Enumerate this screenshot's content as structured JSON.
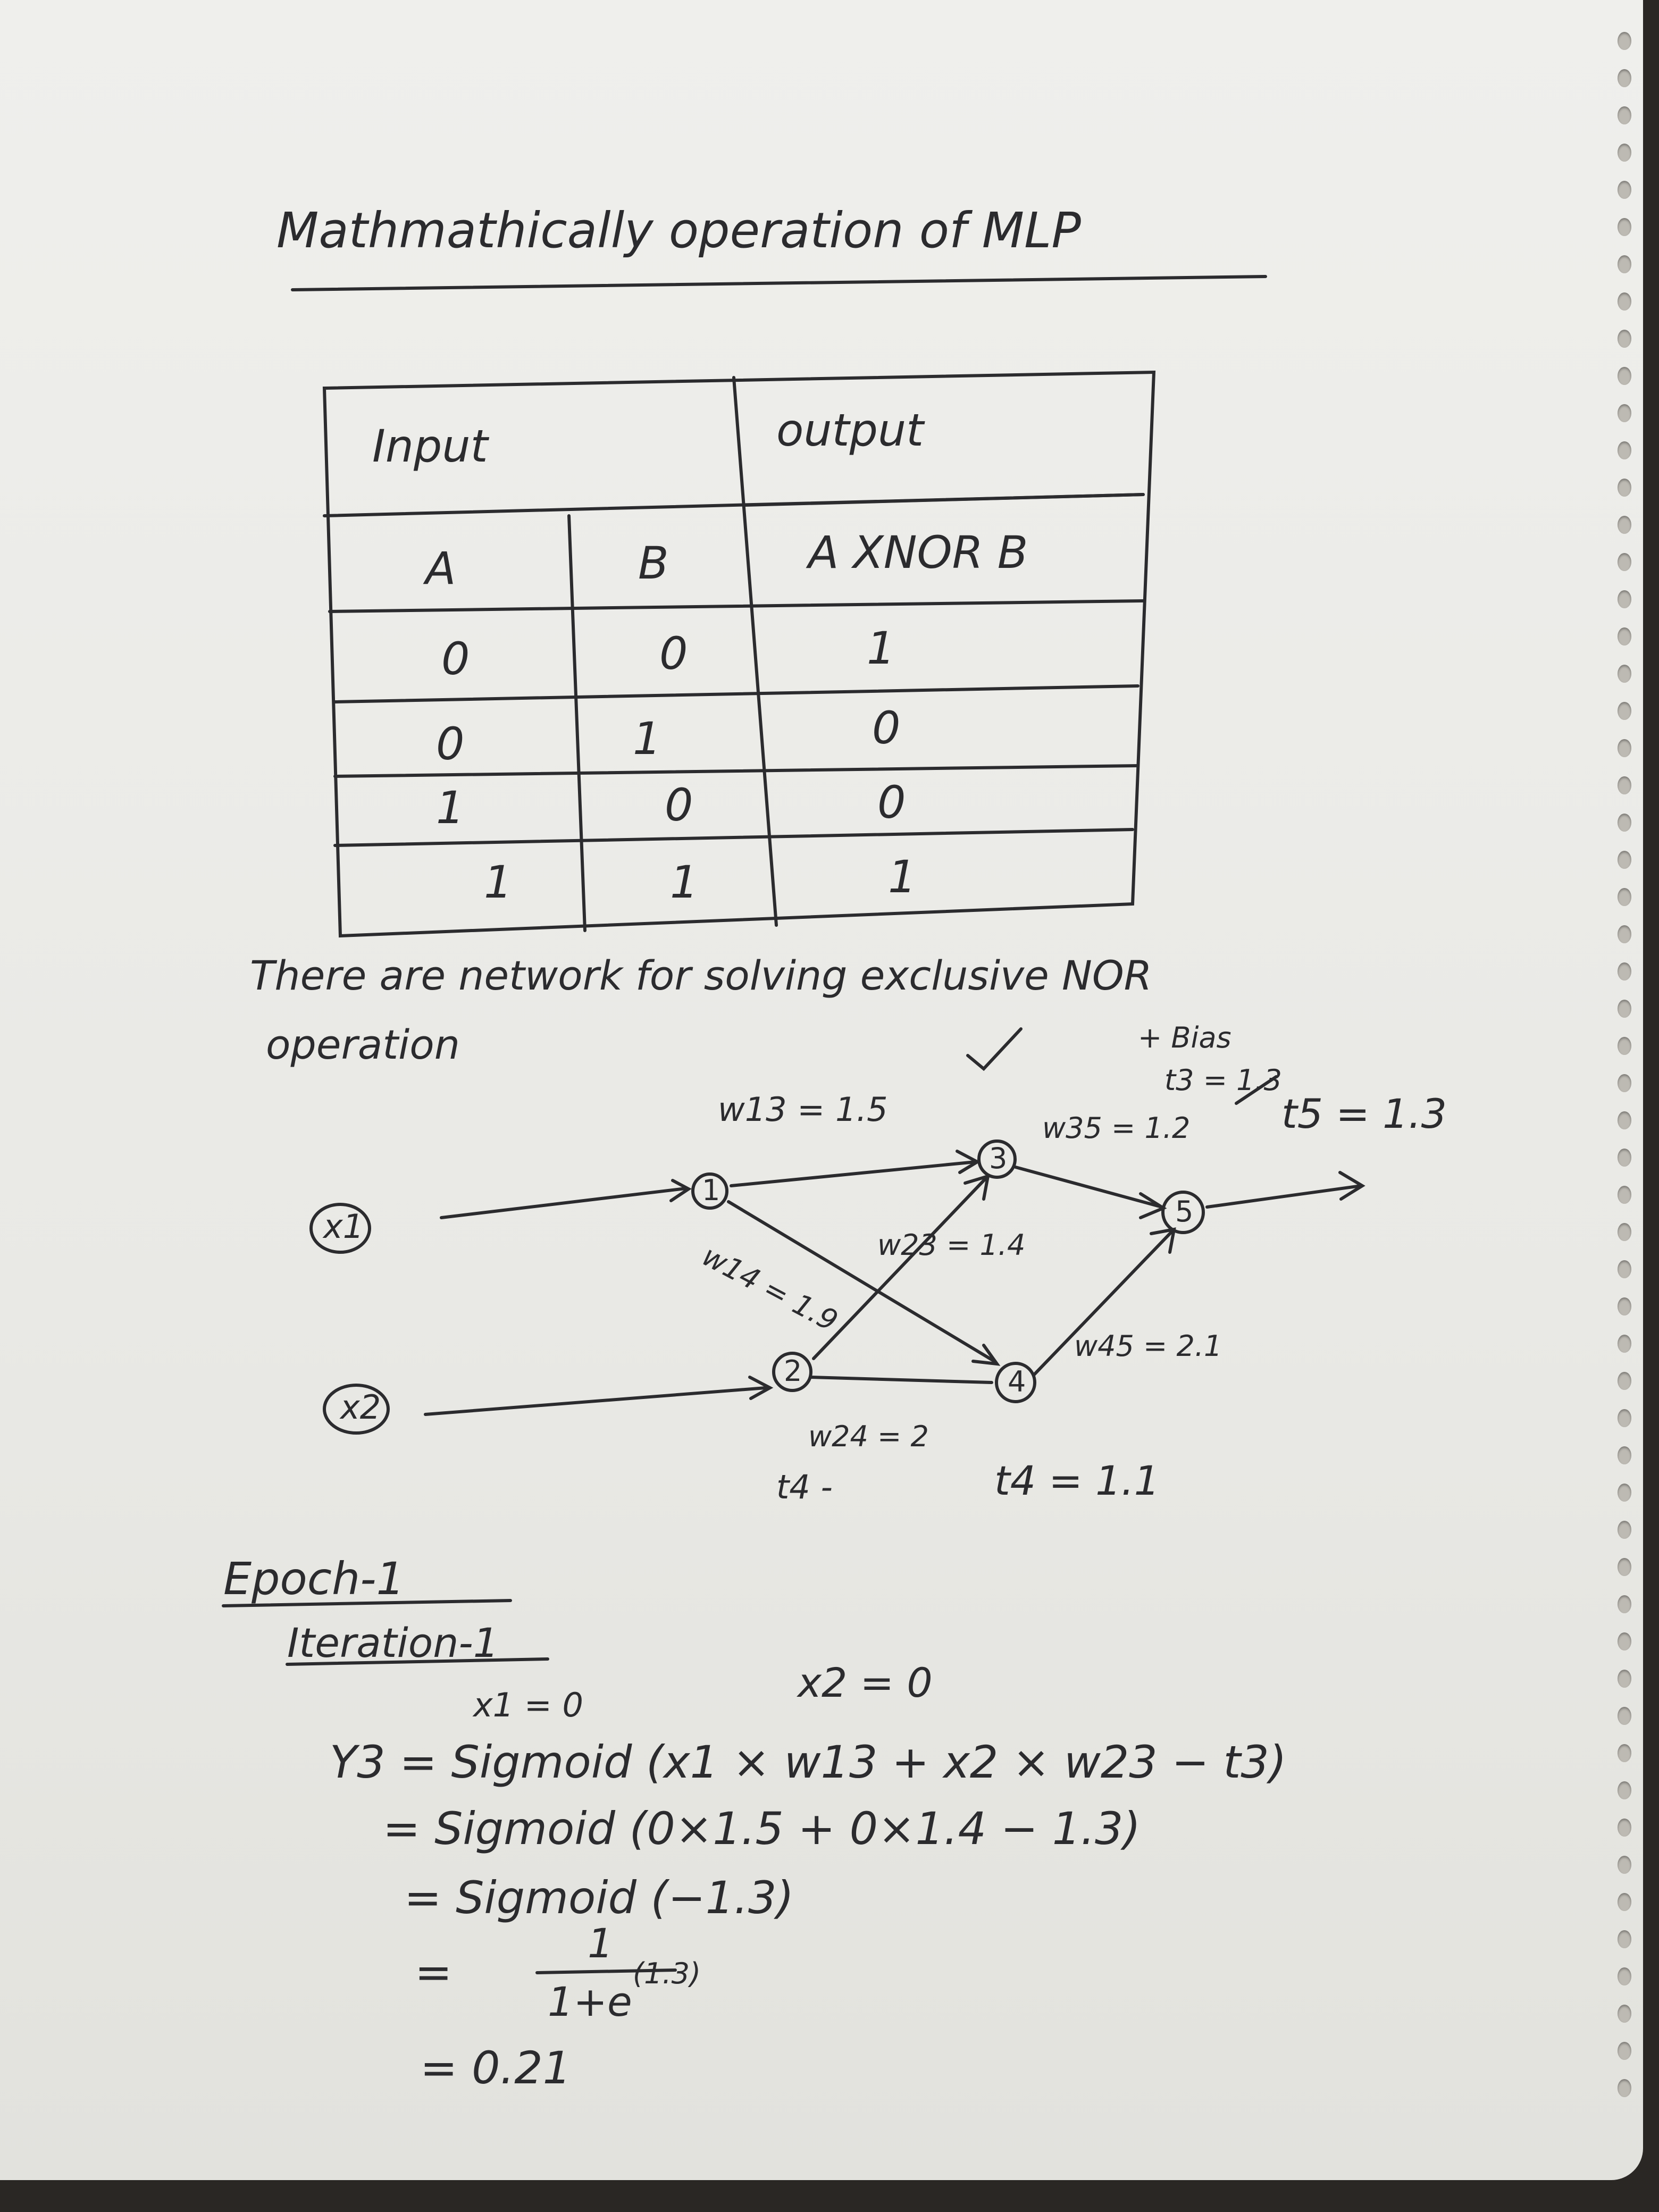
{
  "title": "Mathmathically operation of MLP",
  "truth_table": {
    "input_header": "Input",
    "output_header": "output",
    "col_a": "A",
    "col_b": "B",
    "col_out": "A XNOR B",
    "rows": [
      [
        "0",
        "0",
        "1"
      ],
      [
        "0",
        "1",
        "0"
      ],
      [
        "1",
        "0",
        "0"
      ],
      [
        "1",
        "1",
        "1"
      ]
    ]
  },
  "description_line1": "There are network for solving exclusive NOR",
  "description_line2": "operation",
  "network": {
    "input_x1": "x1",
    "input_x2": "x2",
    "node1": "1",
    "node2": "2",
    "node3": "3",
    "node4": "4",
    "node5": "5",
    "w13": "w13 = 1.5",
    "w14": "w14 = 1.9",
    "w23": "w23 = 1.4",
    "w24": "w24 = 2",
    "w35": "w35 = 1.2",
    "w45": "w45 = 2.1",
    "bias_label": "+ Bias",
    "t3": "t3 = 1.3",
    "t5": "t5 = 1.3",
    "t4": "t4 = 1.1",
    "t_blank": "t4 -"
  },
  "epoch": "Epoch-1",
  "iteration": "Iteration-1",
  "calc": {
    "given_x1": "x1 = 0",
    "given_x2": "x2 = 0",
    "line1": "Y3 = Sigmoid (x1 × w13 + x2 × w23 − t3)",
    "line2": "= Sigmoid (0×1.5 + 0×1.4 − 1.3)",
    "line3": "= Sigmoid (−1.3)",
    "line4_num": "1",
    "line4_den": "1+e",
    "line4_exp": "(1.3)",
    "line4_eq": "=",
    "line5": "= 0.21"
  }
}
